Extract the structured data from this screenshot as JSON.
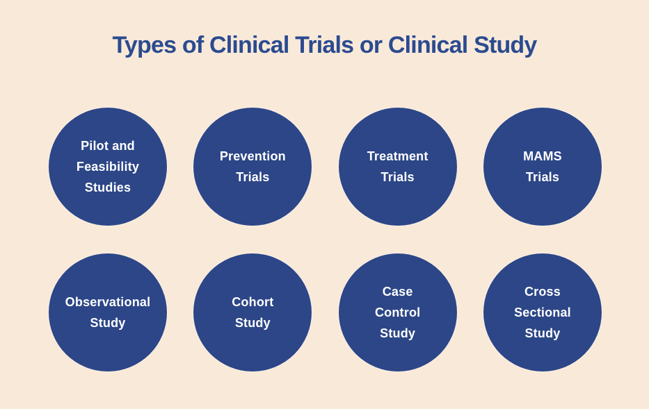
{
  "title": "Types of Clinical Trials or Clinical Study",
  "colors": {
    "background": "#f9e9d9",
    "circle": "#2c4687",
    "title_text": "#2b4b8f",
    "circle_text": "#ffffff"
  },
  "rows": [
    {
      "items": [
        {
          "label": "Pilot and Feasibility Studies",
          "lines": [
            "Pilot and",
            "Feasibility",
            "Studies"
          ]
        },
        {
          "label": "Prevention Trials",
          "lines": [
            "Prevention",
            "Trials"
          ]
        },
        {
          "label": "Treatment Trials",
          "lines": [
            "Treatment",
            "Trials"
          ]
        },
        {
          "label": "MAMS Trials",
          "lines": [
            "MAMS",
            "Trials"
          ]
        }
      ]
    },
    {
      "items": [
        {
          "label": "Observational Study",
          "lines": [
            "Observational",
            "Study"
          ]
        },
        {
          "label": "Cohort Study",
          "lines": [
            "Cohort",
            "Study"
          ]
        },
        {
          "label": "Case Control Study",
          "lines": [
            "Case",
            "Control",
            "Study"
          ]
        },
        {
          "label": "Cross Sectional Study",
          "lines": [
            "Cross",
            "Sectional",
            "Study"
          ]
        }
      ]
    }
  ]
}
